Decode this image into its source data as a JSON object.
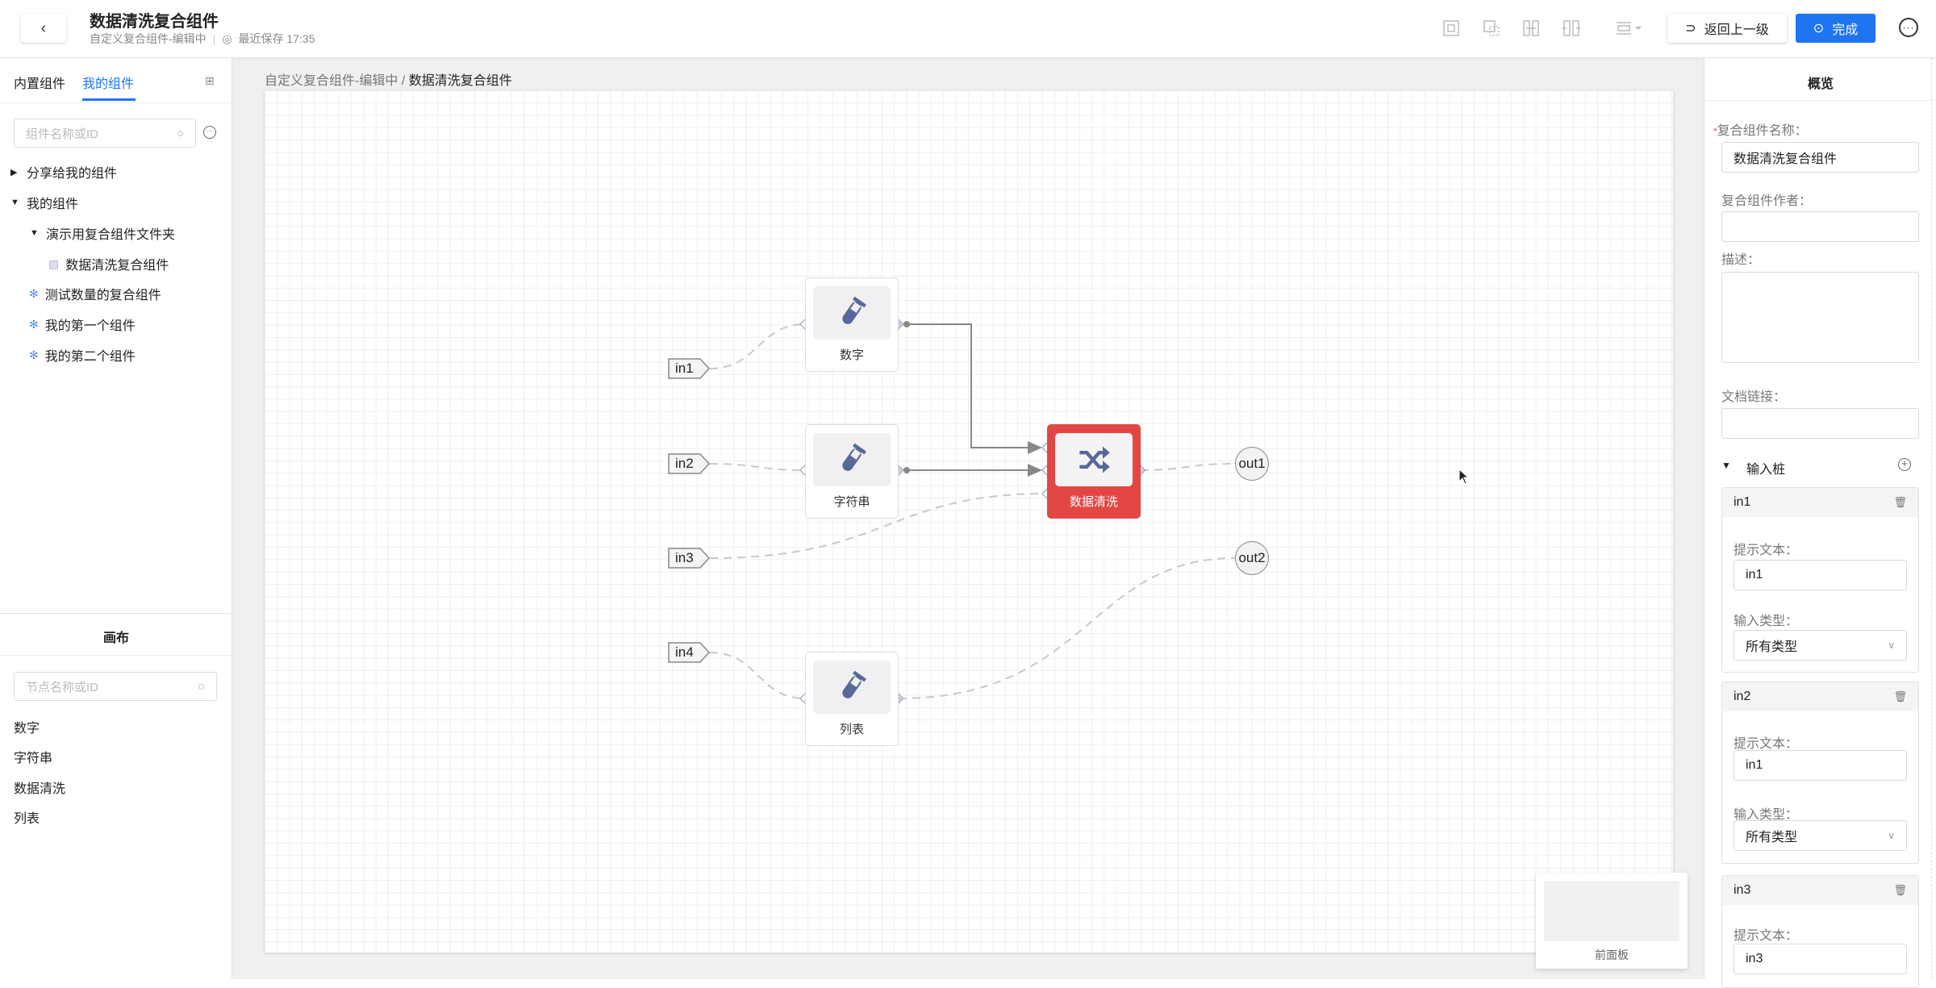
{
  "header": {
    "title": "数据清洗复合组件",
    "subtitle": "自定义复合组件-编辑中",
    "save_status": "最近保存 17:35",
    "back_label": "返回上一级",
    "done_label": "完成"
  },
  "left": {
    "tabs": [
      "内置组件",
      "我的组件"
    ],
    "search_placeholder": "组件名称或ID",
    "tree": [
      {
        "label": "分享给我的组件"
      },
      {
        "label": "我的组件"
      },
      {
        "label": "演示用复合组件文件夹"
      },
      {
        "label": "数据清洗复合组件"
      },
      {
        "label": "测试数量的复合组件"
      },
      {
        "label": "我的第一个组件"
      },
      {
        "label": "我的第二个组件"
      }
    ],
    "canvas_title": "画布",
    "node_search_placeholder": "节点名称或ID",
    "nodes": [
      "数字",
      "字符串",
      "数据清洗",
      "列表"
    ]
  },
  "breadcrumb": {
    "parent": "自定义复合组件-编辑中",
    "sep": " / ",
    "current": "数据清洗复合组件"
  },
  "graph": {
    "inputs": [
      "in1",
      "in2",
      "in3",
      "in4"
    ],
    "outputs": [
      "out1",
      "out2"
    ],
    "nodes": {
      "n1": "数字",
      "n2": "字符串",
      "n3": "数据清洗",
      "n4": "列表"
    },
    "accent": "#e24744"
  },
  "minimap": {
    "label": "前面板"
  },
  "right": {
    "title": "概览",
    "name_label": "复合组件名称：",
    "name_value": "数据清洗复合组件",
    "author_label": "复合组件作者：",
    "author_value": "",
    "desc_label": "描述：",
    "doc_label": "文档链接：",
    "doc_value": "",
    "ports_title": "输入桩",
    "ports": [
      {
        "name": "in1",
        "hint_label": "提示文本：",
        "hint": "in1",
        "type_label": "输入类型：",
        "type": "所有类型"
      },
      {
        "name": "in2",
        "hint_label": "提示文本：",
        "hint": "in1",
        "type_label": "输入类型：",
        "type": "所有类型"
      },
      {
        "name": "in3",
        "hint_label": "提示文本：",
        "hint": "in3"
      }
    ]
  }
}
